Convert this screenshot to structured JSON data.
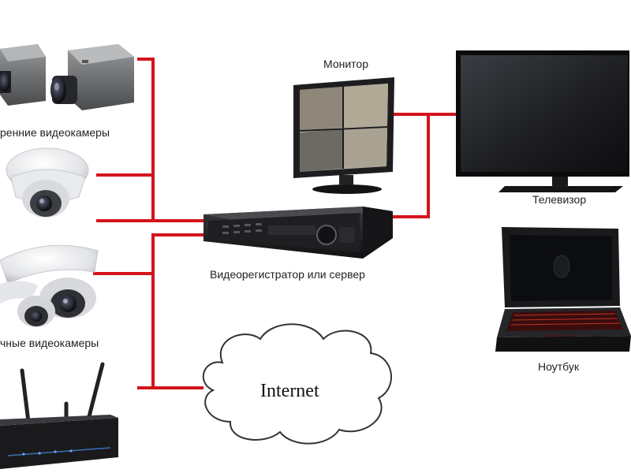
{
  "labels": {
    "monitor": "Монитор",
    "tv": "Телевизор",
    "dvr": "Видеорегистратор или сервер",
    "laptop": "Ноутбук",
    "indoor_cameras": "ренние видеокамеры",
    "dome_cameras": "чные видеокамеры",
    "internet": "Internet"
  },
  "colors": {
    "connection": "#d4141c",
    "device_dark": "#1c1c1c",
    "screen": "#2a2d33"
  }
}
